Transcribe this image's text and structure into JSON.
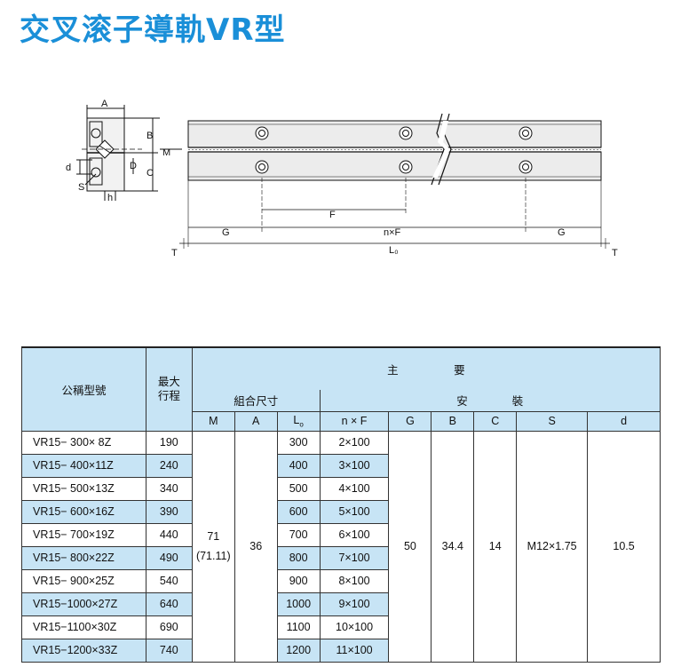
{
  "title": "交叉滚子導軌VR型",
  "drawing": {
    "labels": {
      "A": "A",
      "B": "B",
      "M": "M",
      "D": "D",
      "C": "C",
      "d": "d",
      "S": "S",
      "h": "h",
      "F": "F",
      "G_left": "G",
      "nF": "n×F",
      "G_right": "G",
      "T_left": "T",
      "L0": "L₀",
      "T_right": "T"
    }
  },
  "table": {
    "headers": {
      "model": "公稱型號",
      "stroke": "最大\n行程",
      "main": "主　　　　　要",
      "combo": "組合尺寸",
      "mount": "安　　　　裝",
      "M": "M",
      "A": "A",
      "L0": "L",
      "L0_sub": "o",
      "nF": "n × F",
      "G": "G",
      "B": "B",
      "C": "C",
      "S": "S",
      "d": "d"
    },
    "rows": [
      {
        "model": "VR15−  300×  8Z",
        "stroke": "190",
        "L0": "300",
        "nF": "2×100"
      },
      {
        "model": "VR15−  400×11Z",
        "stroke": "240",
        "L0": "400",
        "nF": "3×100"
      },
      {
        "model": "VR15−  500×13Z",
        "stroke": "340",
        "L0": "500",
        "nF": "4×100"
      },
      {
        "model": "VR15−  600×16Z",
        "stroke": "390",
        "L0": "600",
        "nF": "5×100"
      },
      {
        "model": "VR15−  700×19Z",
        "stroke": "440",
        "L0": "700",
        "nF": "6×100"
      },
      {
        "model": "VR15−  800×22Z",
        "stroke": "490",
        "L0": "800",
        "nF": "7×100"
      },
      {
        "model": "VR15−  900×25Z",
        "stroke": "540",
        "L0": "900",
        "nF": "8×100"
      },
      {
        "model": "VR15−1000×27Z",
        "stroke": "640",
        "L0": "1000",
        "nF": "9×100"
      },
      {
        "model": "VR15−1100×30Z",
        "stroke": "690",
        "L0": "1100",
        "nF": "10×100"
      },
      {
        "model": "VR15−1200×33Z",
        "stroke": "740",
        "L0": "1200",
        "nF": "11×100"
      }
    ],
    "merged": {
      "M": "71",
      "M_sub": "(71.11)",
      "A": "36",
      "G": "50",
      "B": "34.4",
      "C": "14",
      "S": "M12×1.75",
      "d": "10.5"
    },
    "colors": {
      "shade": "#c7e4f5",
      "title": "#1a8fd8"
    }
  }
}
